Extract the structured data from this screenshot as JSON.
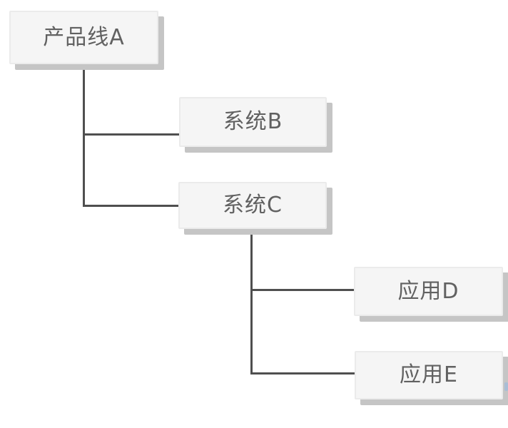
{
  "diagram": {
    "type": "tree-hierarchy",
    "colors": {
      "background": "#ffffff",
      "node_fill": "#f5f5f5",
      "node_border": "#ebebeb",
      "node_shadow": "#c5c5c5",
      "edge": "#4f4f4f",
      "text": "#616161",
      "watermark": "#a9bdd5"
    },
    "nodes": [
      {
        "id": "A",
        "label": "产品线A"
      },
      {
        "id": "B",
        "label": "系统B"
      },
      {
        "id": "C",
        "label": "系统C"
      },
      {
        "id": "D",
        "label": "应用D"
      },
      {
        "id": "E",
        "label": "应用E"
      }
    ],
    "edges": [
      {
        "from": "产品线A",
        "to": "系统B"
      },
      {
        "from": "产品线A",
        "to": "系统C"
      },
      {
        "from": "系统C",
        "to": "应用D"
      },
      {
        "from": "系统C",
        "to": "应用E"
      }
    ]
  }
}
